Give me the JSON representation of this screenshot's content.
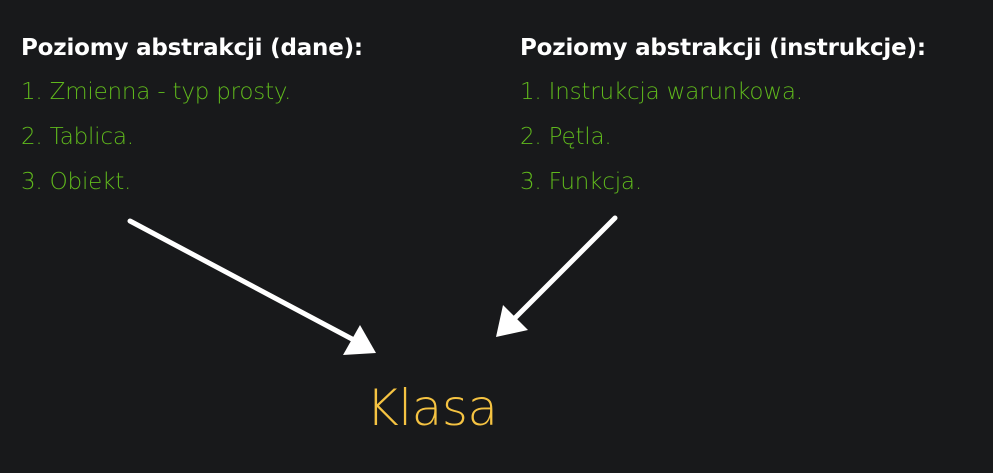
{
  "left_column": {
    "heading": "Poziomy abstrakcji (dane):",
    "items": [
      "1. Zmienna - typ prosty.",
      "2. Tablica.",
      "3. Obiekt."
    ]
  },
  "right_column": {
    "heading": "Poziomy abstrakcji (instrukcje):",
    "items": [
      "1. Instrukcja warunkowa.",
      "2. Pętla.",
      "3. Funkcja."
    ]
  },
  "result": {
    "label": "Klasa"
  },
  "colors": {
    "background": "#18191b",
    "heading": "#ffffff",
    "list_item": "#5fb81c",
    "result": "#f5c342",
    "arrow": "#ffffff"
  }
}
